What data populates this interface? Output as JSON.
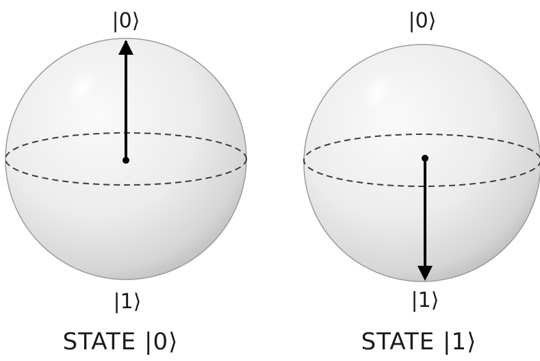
{
  "diagram": {
    "spheres": [
      {
        "top_label": "|0⟩",
        "bottom_label": "|1⟩",
        "caption": "STATE |0⟩",
        "vector_direction": "up"
      },
      {
        "top_label": "|0⟩",
        "bottom_label": "|1⟩",
        "caption": "STATE |1⟩",
        "vector_direction": "down"
      }
    ],
    "colors": {
      "sphere_fill": "#e4e4e4",
      "sphere_edge": "#9a9a9a",
      "equator_line": "#3a3a3a",
      "vector": "#000000"
    }
  }
}
